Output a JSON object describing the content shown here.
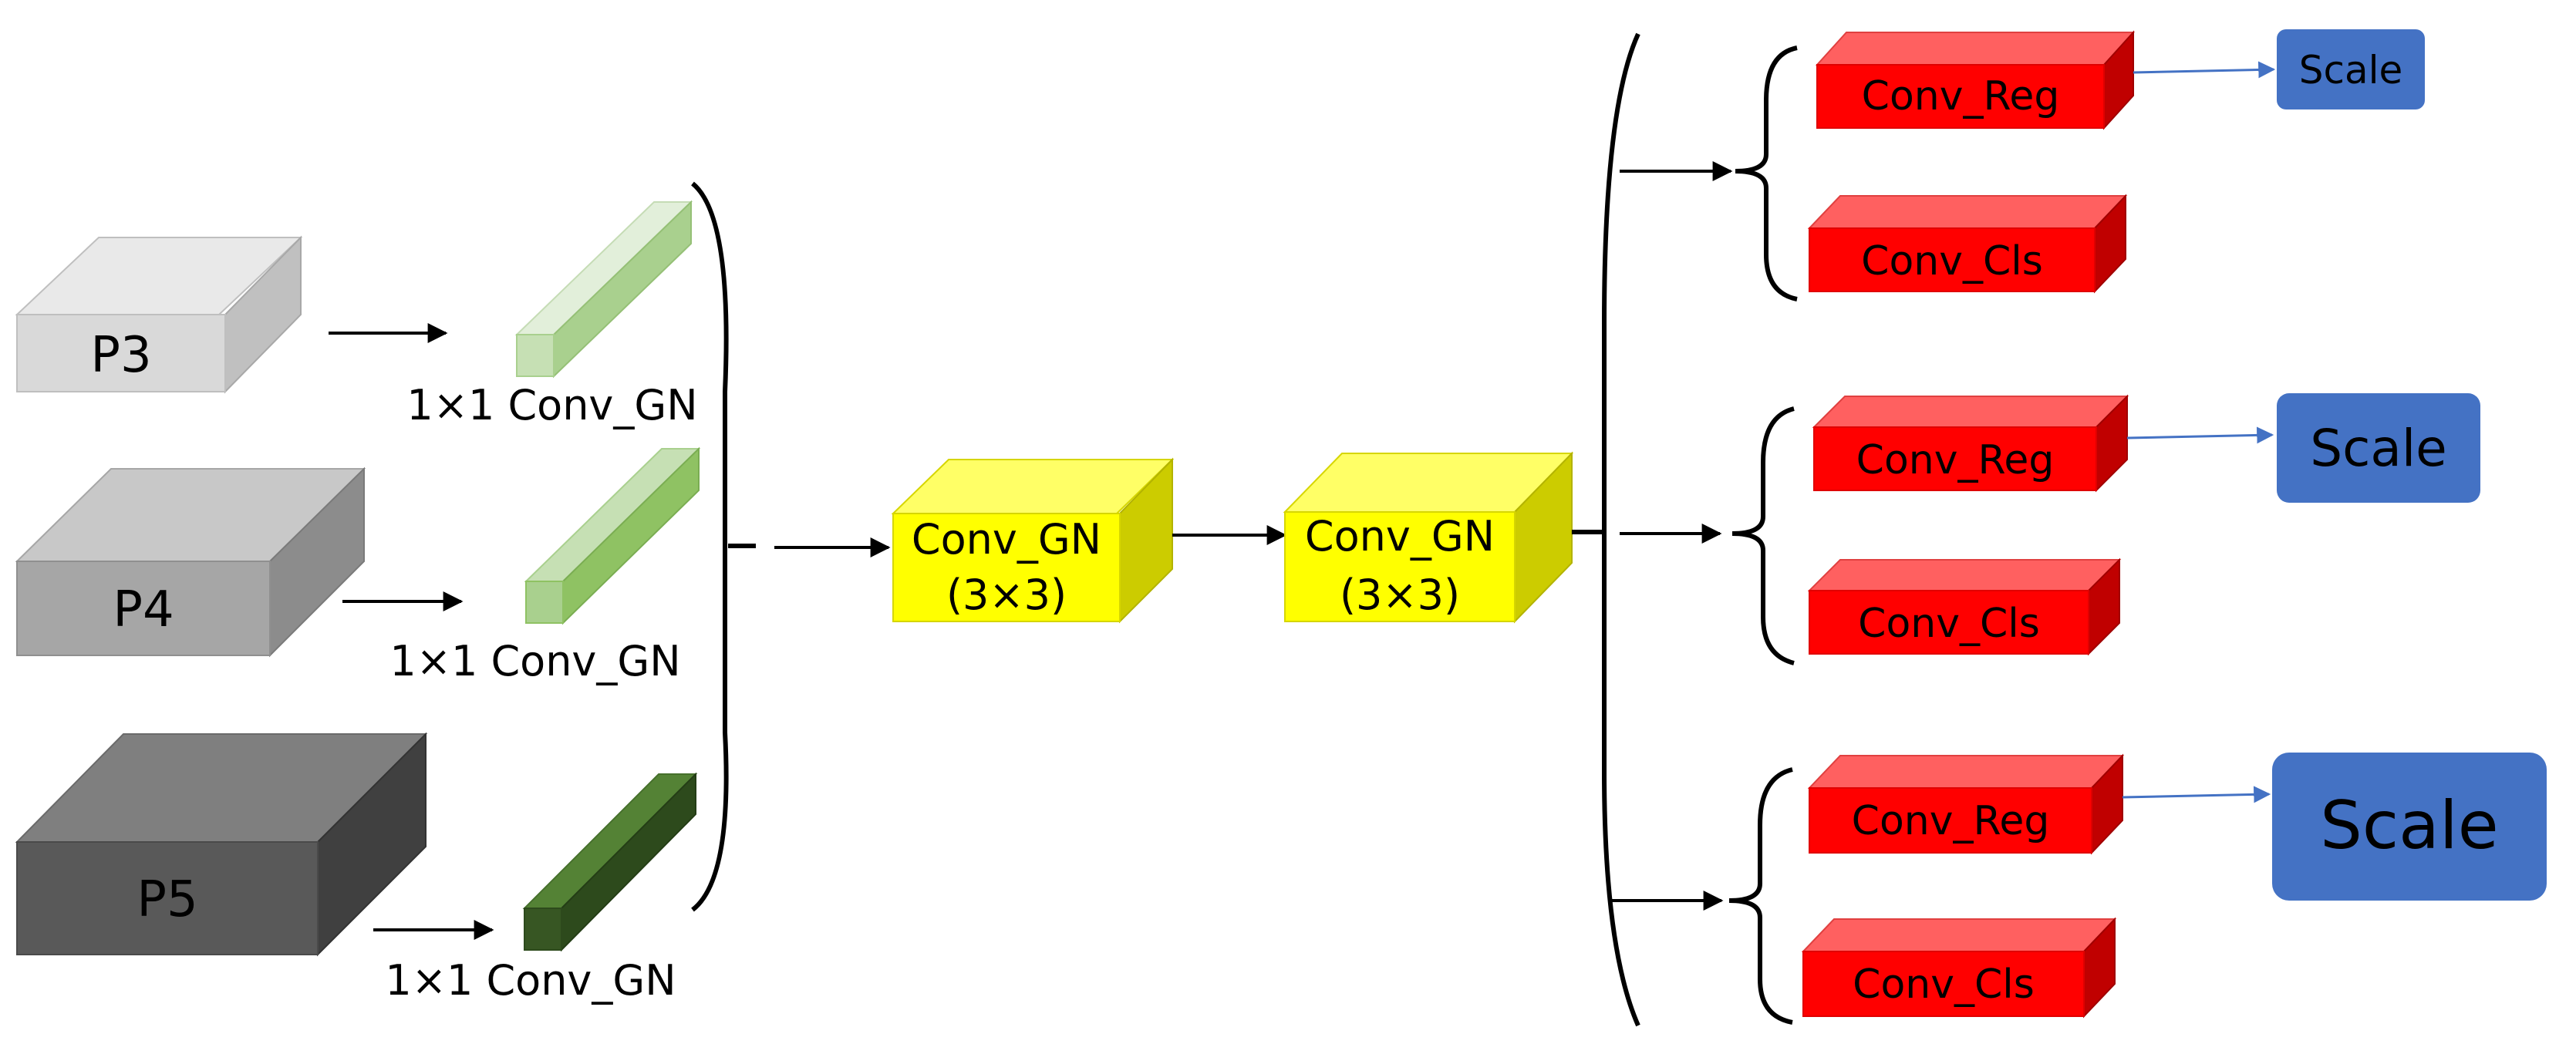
{
  "inputs": [
    {
      "label": "P3"
    },
    {
      "label": "P4"
    },
    {
      "label": "P5"
    }
  ],
  "projections": [
    {
      "label": "1×1 Conv_GN"
    },
    {
      "label": "1×1 Conv_GN"
    },
    {
      "label": "1×1 Conv_GN"
    }
  ],
  "shared_convs": [
    {
      "line1": "Conv_GN",
      "line2": "(3×3)"
    },
    {
      "line1": "Conv_GN",
      "line2": "(3×3)"
    }
  ],
  "heads": [
    {
      "reg": "Conv_Reg",
      "cls": "Conv_Cls",
      "scale": "Scale"
    },
    {
      "reg": "Conv_Reg",
      "cls": "Conv_Cls",
      "scale": "Scale"
    },
    {
      "reg": "Conv_Reg",
      "cls": "Conv_Cls",
      "scale": "Scale"
    }
  ],
  "colors": {
    "head_red": "#ff0000",
    "head_red_top": "#ff6060",
    "head_red_side": "#c00000",
    "conv_yellow": "#ffff00",
    "conv_yellow_top": "#ffff66",
    "conv_yellow_side": "#cccc00",
    "scale_blue": "#4472c4",
    "arrow_blue": "#4472c4"
  }
}
